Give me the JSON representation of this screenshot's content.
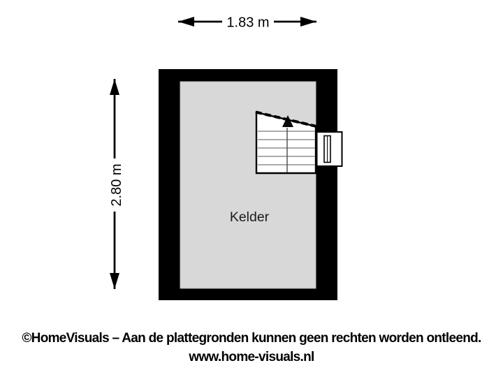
{
  "page": {
    "type": "basement-floorplan",
    "background_color": "#ffffff"
  },
  "dimensions": {
    "width": {
      "label": "1.83 m"
    },
    "height": {
      "label": "2.80 m"
    }
  },
  "room": {
    "name": "Kelder"
  },
  "features": {
    "stairs": {
      "icon": "up-arrow-icon",
      "tread_count": 5,
      "position": "top-right"
    },
    "window": {
      "position": "right-wall"
    }
  },
  "footer": {
    "disclaimer": "©HomeVisuals – Aan de plattegronden kunnen geen rechten worden ontleend.",
    "website": "www.home-visuals.nl"
  },
  "colors": {
    "wall": "#000000",
    "floor": "#d8d8d8",
    "stair_fill": "#ffffff",
    "tread_line": "#8f8f8f",
    "text": "#000000"
  }
}
